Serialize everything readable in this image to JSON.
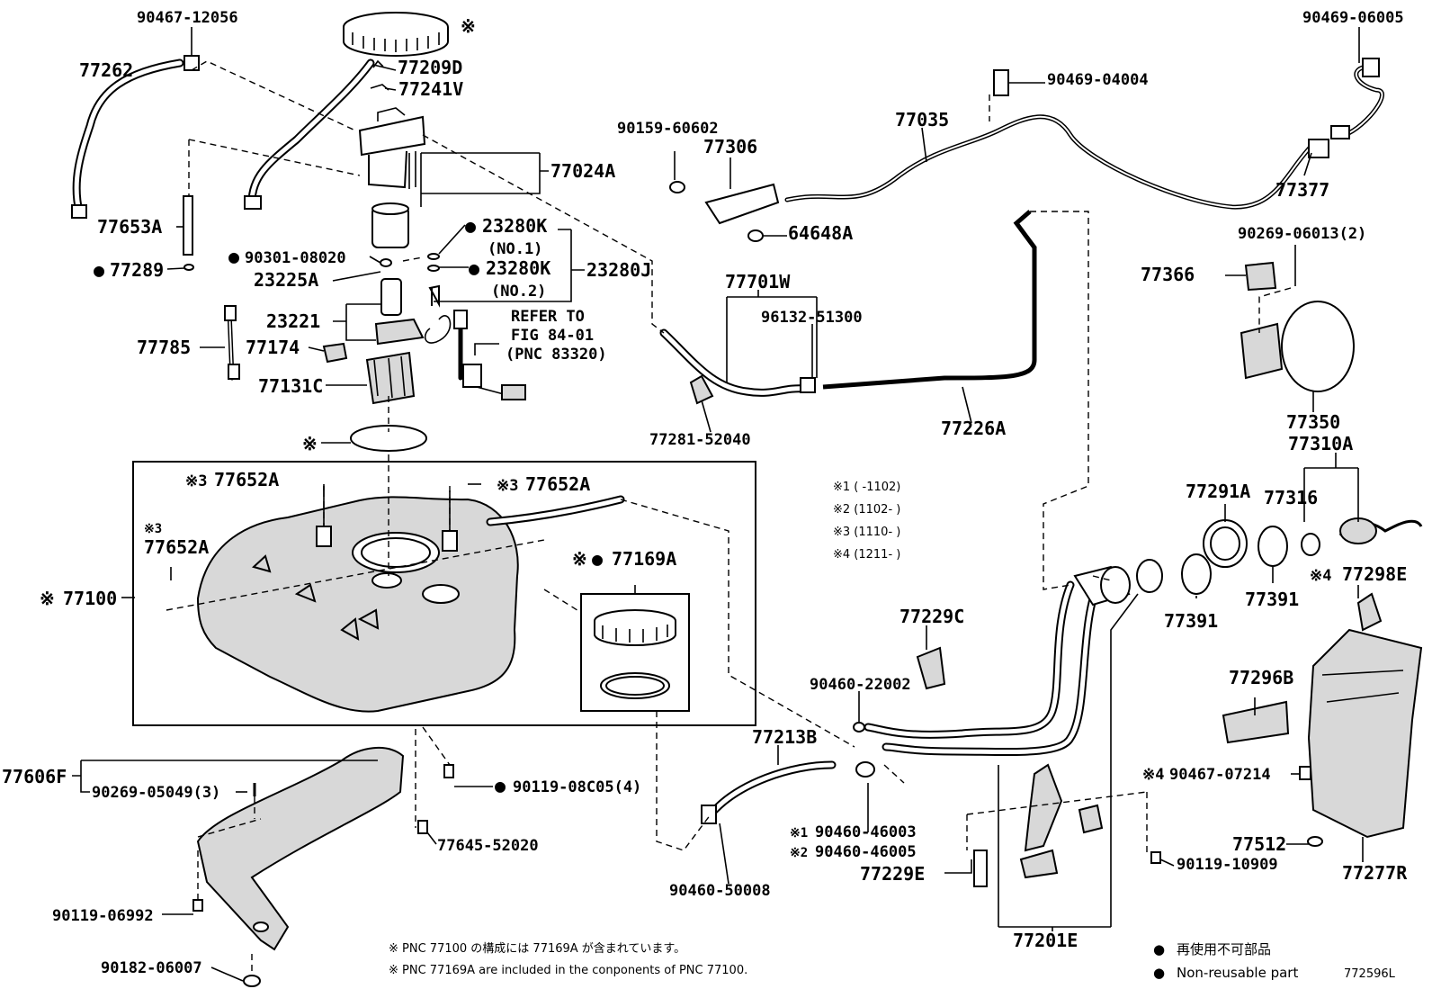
{
  "labels": {
    "p90467_12056": "90467-12056",
    "p77262": "77262",
    "p77209D": "77209D",
    "p77241V": "77241V",
    "p77024A": "77024A",
    "p77653A": "77653A",
    "p77289": "77289",
    "p90301_08020": "90301-08020",
    "p23225A": "23225A",
    "p23221": "23221",
    "p77785": "77785",
    "p77174": "77174",
    "p77131C": "77131C",
    "p23280K_1": "23280K",
    "p23280K_1_no": "(NO.1)",
    "p23280K_2": "23280K",
    "p23280K_2_no": "(NO.2)",
    "p23280J": "23280J",
    "refer_1": "REFER TO",
    "refer_2": "FIG 84-01",
    "refer_3": "(PNC 83320)",
    "p90159_60602": "90159-60602",
    "p77306": "77306",
    "p64648A": "64648A",
    "p77035": "77035",
    "p90469_04004": "90469-04004",
    "p90469_06005": "90469-06005",
    "p77377": "77377",
    "p90269_06013": "90269-06013(2)",
    "p77366": "77366",
    "p77350": "77350",
    "p77310A": "77310A",
    "p77316": "77316",
    "p77291A": "77291A",
    "p77391a": "77391",
    "p77391b": "77391",
    "p77298E": "77298E",
    "p77296B": "77296B",
    "p90467_07214": "90467-07214",
    "p77512": "77512",
    "p77277R": "77277R",
    "p90119_10909": "90119-10909",
    "p77201E": "77201E",
    "p77229E": "77229E",
    "p77229C": "77229C",
    "p90460_22002": "90460-22002",
    "p77213B": "77213B",
    "p90460_46003": "90460-46003",
    "p90460_46005": "90460-46005",
    "p90460_50008": "90460-50008",
    "p77701W": "77701W",
    "p96132_51300": "96132-51300",
    "p77226A": "77226A",
    "p77281_52040": "77281-52040",
    "p77652A_a": "77652A",
    "p77652A_b": "77652A",
    "p77652A_c": "77652A",
    "p77100": "77100",
    "p77169A": "77169A",
    "p77606F": "77606F",
    "p90269_05049": "90269-05049(3)",
    "p90119_08C05": "90119-08C05(4)",
    "p77645_52020": "77645-52020",
    "p90119_06992": "90119-06992",
    "p90182_06007": "90182-06007"
  },
  "marks": {
    "asterisk": "※",
    "ref1": "※1",
    "ref2": "※2",
    "ref3": "※3",
    "ref4": "※4",
    "dot": "●"
  },
  "ranges": {
    "r1": "※1 (    -1102)",
    "r2": "※2 (1102-    )",
    "r3": "※3 (1110-    )",
    "r4": "※4 (1211-    )"
  },
  "footnotes": {
    "jp": "※ PNC 77100 の構成には 77169A が含まれています。",
    "en": "※ PNC 77169A are included in the conponents of PNC 77100."
  },
  "legend": {
    "jp": "再使用不可部品",
    "en": "Non-reusable part"
  },
  "figure_code": "772596L"
}
